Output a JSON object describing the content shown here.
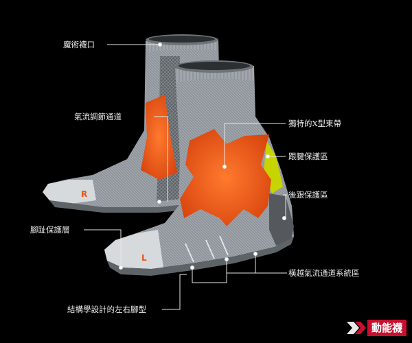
{
  "labels": {
    "magic_cuff": "魔術襪口",
    "airflow_channel": "氣流調節通道",
    "x_band": "獨特的X型束帶",
    "achilles_protection": "跟腱保護區",
    "heel_protection": "後跟保護區",
    "toe_protection": "腳趾保護層",
    "cross_airflow_system": "橫越氣流通道系統區",
    "anatomical_lr": "結構學設計的左右腳型"
  },
  "foot_marks": {
    "right": "R",
    "left": "L"
  },
  "brand": {
    "logo": "X",
    "name": "動能襪"
  },
  "colors": {
    "background": "#000000",
    "sock_grey": "#9aa0a6",
    "orange": "#f05a1a",
    "yellow": "#c8d400",
    "brand_red": "#c8102e"
  }
}
